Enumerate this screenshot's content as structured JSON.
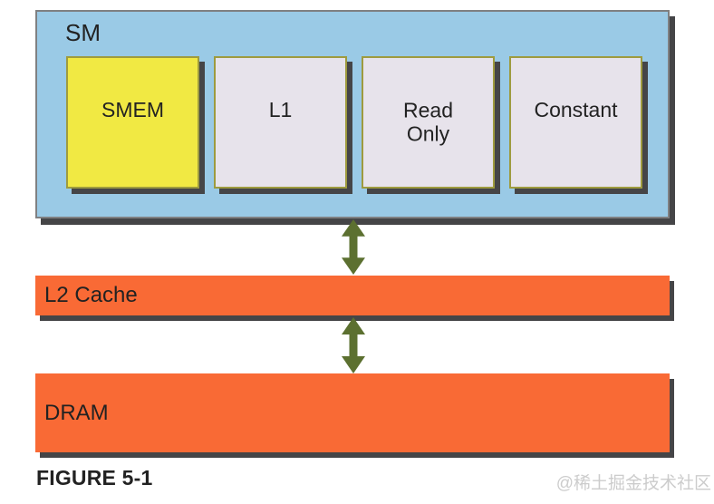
{
  "figure": {
    "caption": "FIGURE 5-1",
    "watermark": "@稀土掘金技术社区",
    "sm": {
      "label": "SM",
      "memories": [
        {
          "id": "smem",
          "label": "SMEM"
        },
        {
          "id": "l1",
          "label": "L1"
        },
        {
          "id": "read-only",
          "label": "Read\nOnly"
        },
        {
          "id": "constant",
          "label": "Constant"
        }
      ]
    },
    "levels": [
      {
        "id": "l2-cache",
        "label": "L2 Cache"
      },
      {
        "id": "dram",
        "label": "DRAM"
      }
    ],
    "colors": {
      "sm_fill": "#9acae6",
      "sm_border": "#7f8082",
      "smem_fill": "#f1e943",
      "cache_fill": "#e7e3eb",
      "mem_border": "#9e9b3e",
      "bar_fill": "#f96a35",
      "arrow": "#5c7030",
      "shadow": "#454547",
      "text": "#222222",
      "watermark": "#cccccc"
    }
  }
}
